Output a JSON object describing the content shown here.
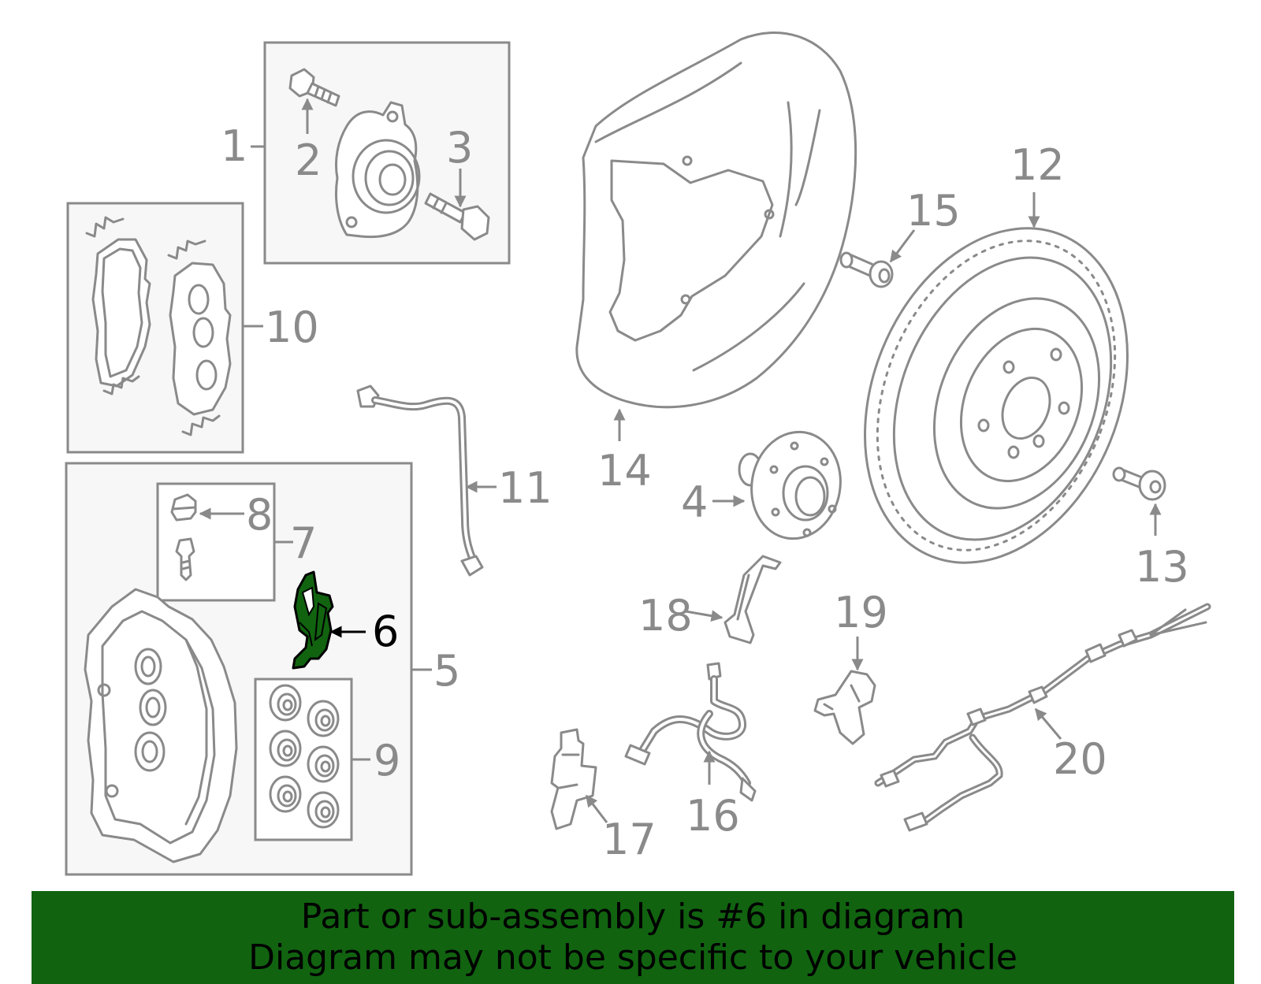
{
  "colors": {
    "line": "#8a8a8a",
    "highlight_fill": "#116310",
    "highlight_text": "#000000",
    "banner_bg": "#116310",
    "box_bg": "#f7f7f7"
  },
  "callouts": {
    "c1": "1",
    "c2": "2",
    "c3": "3",
    "c4": "4",
    "c5": "5",
    "c6": "6",
    "c7": "7",
    "c8": "8",
    "c9": "9",
    "c10": "10",
    "c11": "11",
    "c12": "12",
    "c13": "13",
    "c14": "14",
    "c15": "15",
    "c16": "16",
    "c17": "17",
    "c18": "18",
    "c19": "19",
    "c20": "20"
  },
  "highlighted_part": "6",
  "banner": {
    "line1": "Part or sub-assembly is #6 in diagram",
    "line2": "Diagram may not be specific to your vehicle"
  }
}
